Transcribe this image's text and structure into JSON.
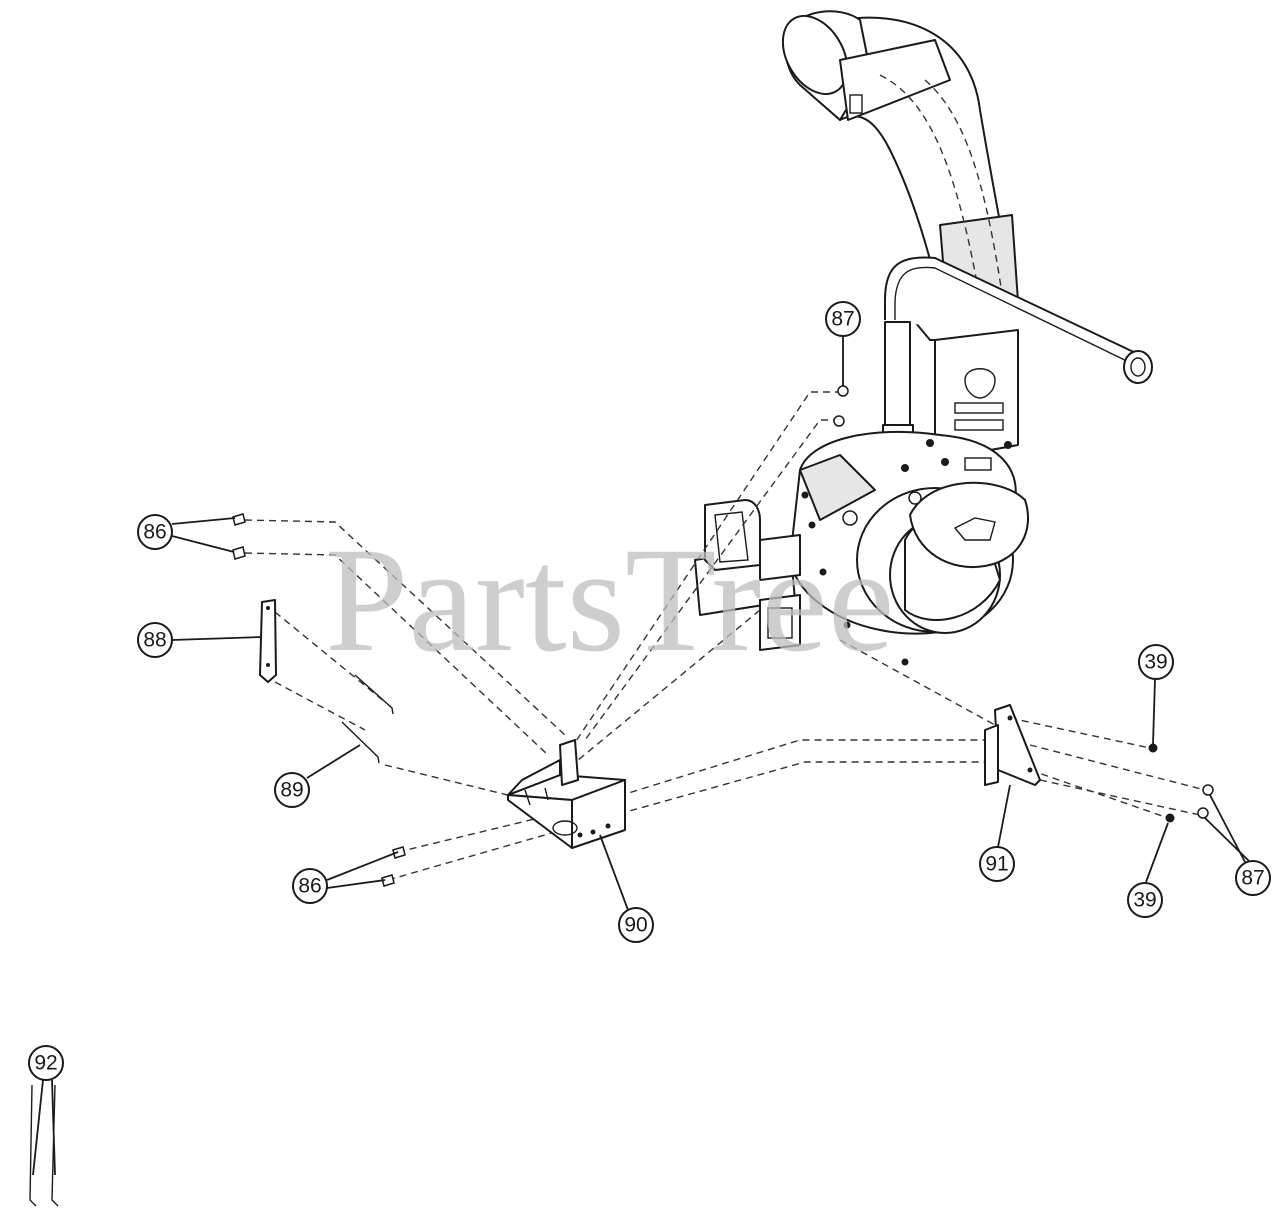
{
  "watermark": "PartsTree",
  "callouts": [
    {
      "id": "c86a",
      "label": "86"
    },
    {
      "id": "c88",
      "label": "88"
    },
    {
      "id": "c89",
      "label": "89"
    },
    {
      "id": "c86b",
      "label": "86"
    },
    {
      "id": "c90",
      "label": "90"
    },
    {
      "id": "c87a",
      "label": "87"
    },
    {
      "id": "c39a",
      "label": "39"
    },
    {
      "id": "c91",
      "label": "91"
    },
    {
      "id": "c39b",
      "label": "39"
    },
    {
      "id": "c87b",
      "label": "87"
    },
    {
      "id": "c92",
      "label": "92"
    }
  ],
  "colors": {
    "line": "#1a1a1a",
    "watermark": "#bdbdbd",
    "shade": "#e6e6e6"
  }
}
